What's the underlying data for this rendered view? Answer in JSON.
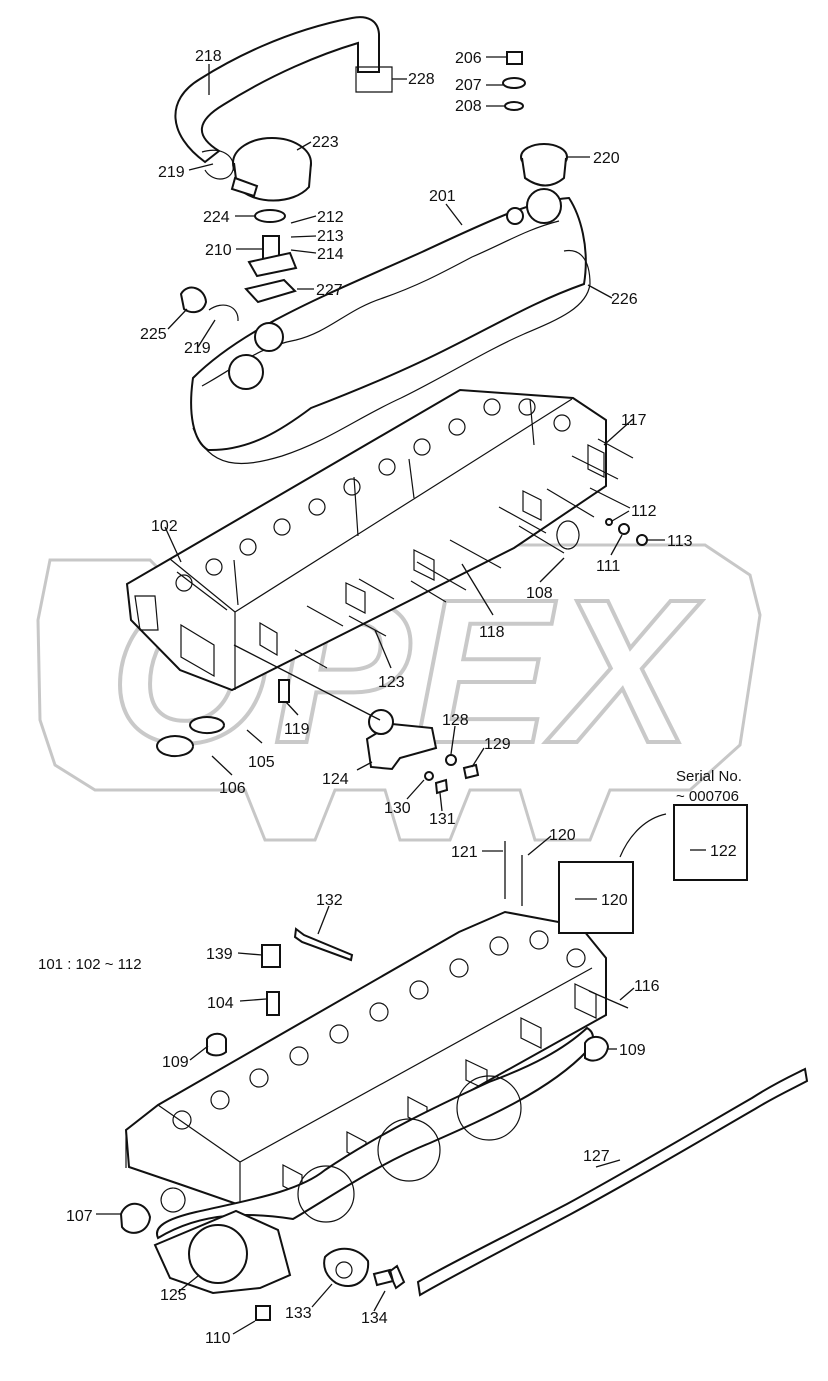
{
  "diagram": {
    "watermark": "OPEX",
    "range_note": "101 : 102 ~ 112",
    "serial_note": {
      "line1": "Serial No.",
      "line2": "~ 000706"
    },
    "parts": [
      {
        "id": "218",
        "label": "218"
      },
      {
        "id": "228",
        "label": "228"
      },
      {
        "id": "206",
        "label": "206"
      },
      {
        "id": "207",
        "label": "207"
      },
      {
        "id": "208",
        "label": "208"
      },
      {
        "id": "223",
        "label": "223"
      },
      {
        "id": "220",
        "label": "220"
      },
      {
        "id": "219a",
        "label": "219"
      },
      {
        "id": "201",
        "label": "201"
      },
      {
        "id": "224",
        "label": "224"
      },
      {
        "id": "212",
        "label": "212"
      },
      {
        "id": "213",
        "label": "213"
      },
      {
        "id": "210",
        "label": "210"
      },
      {
        "id": "214",
        "label": "214"
      },
      {
        "id": "227",
        "label": "227"
      },
      {
        "id": "226",
        "label": "226"
      },
      {
        "id": "225",
        "label": "225"
      },
      {
        "id": "219b",
        "label": "219"
      },
      {
        "id": "117",
        "label": "117"
      },
      {
        "id": "102",
        "label": "102"
      },
      {
        "id": "112",
        "label": "112"
      },
      {
        "id": "113",
        "label": "113"
      },
      {
        "id": "111",
        "label": "111"
      },
      {
        "id": "108",
        "label": "108"
      },
      {
        "id": "118",
        "label": "118"
      },
      {
        "id": "123",
        "label": "123"
      },
      {
        "id": "119",
        "label": "119"
      },
      {
        "id": "105",
        "label": "105"
      },
      {
        "id": "106",
        "label": "106"
      },
      {
        "id": "128",
        "label": "128"
      },
      {
        "id": "129",
        "label": "129"
      },
      {
        "id": "124",
        "label": "124"
      },
      {
        "id": "130",
        "label": "130"
      },
      {
        "id": "131",
        "label": "131"
      },
      {
        "id": "120a",
        "label": "120"
      },
      {
        "id": "121",
        "label": "121"
      },
      {
        "id": "122",
        "label": "122"
      },
      {
        "id": "120b",
        "label": "120"
      },
      {
        "id": "132",
        "label": "132"
      },
      {
        "id": "139",
        "label": "139"
      },
      {
        "id": "104",
        "label": "104"
      },
      {
        "id": "116",
        "label": "116"
      },
      {
        "id": "109a",
        "label": "109"
      },
      {
        "id": "109b",
        "label": "109"
      },
      {
        "id": "127",
        "label": "127"
      },
      {
        "id": "107",
        "label": "107"
      },
      {
        "id": "125",
        "label": "125"
      },
      {
        "id": "133",
        "label": "133"
      },
      {
        "id": "134",
        "label": "134"
      },
      {
        "id": "110",
        "label": "110"
      }
    ]
  }
}
